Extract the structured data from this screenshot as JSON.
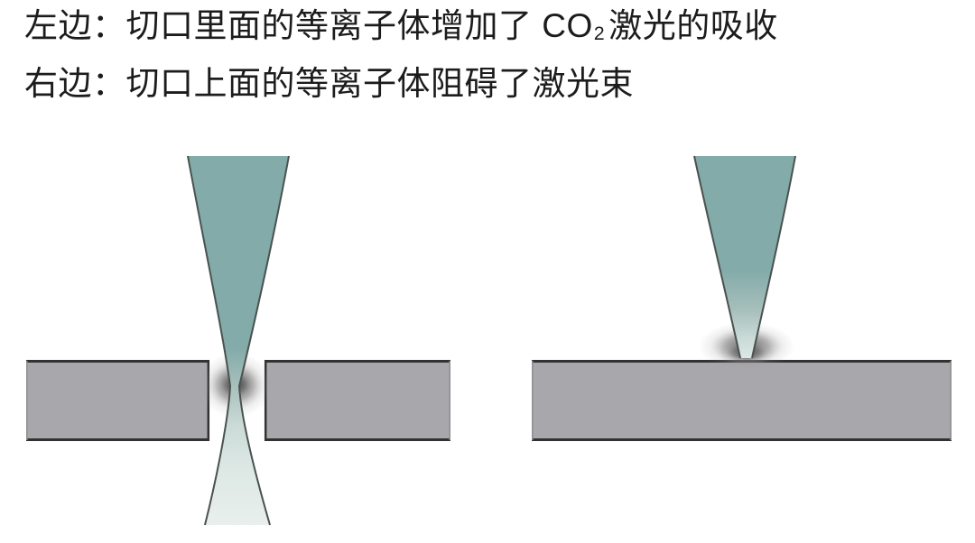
{
  "caption": {
    "line1_prefix": "左边：切口里面的等离子体增加了 CO",
    "line1_sub": "2",
    "line1_suffix": "激光的吸收",
    "line2": "右边：切口上面的等离子体阻碍了激光束"
  },
  "colors": {
    "background": "#ffffff",
    "text": "#1c1c1c",
    "beam_teal": "#82aba9",
    "beam_fade_1": "#a7bfbb",
    "beam_fade_2": "#cbdbd7",
    "beam_fade_3": "#dde8e5",
    "beam_fade_4": "#e9efed",
    "beam_outline": "#49524f",
    "plate_fill": "#a8a8ac",
    "plate_border": "#323232",
    "plate_edge_light": "#8f8f93",
    "plasma_core": "#3e3e3e",
    "plasma_mid": "#606060",
    "plasma_edge": "#9a9a9a"
  }
}
